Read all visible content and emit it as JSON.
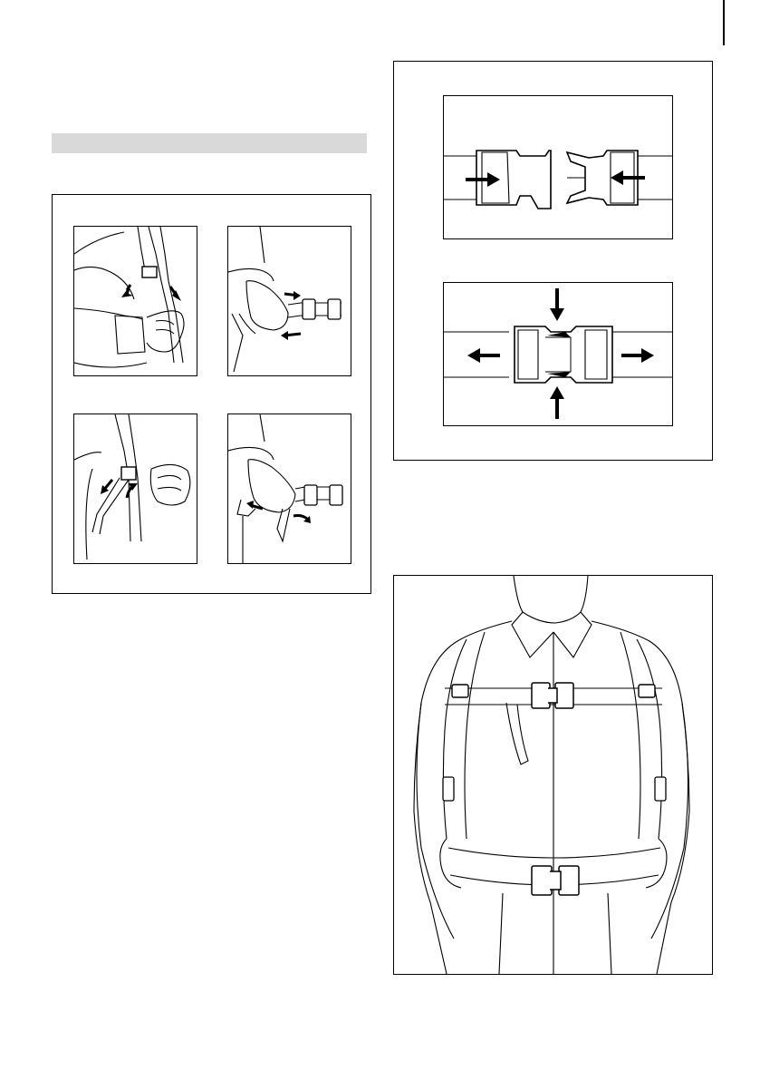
{
  "page": {
    "section_heading": "",
    "colors": {
      "ink": "#000000",
      "paper": "#ffffff",
      "heading_bar": "#d9d9d9"
    }
  },
  "figures": [
    {
      "id": "strap-adjustment",
      "panels": [
        "tighten-shoulder-strap",
        "tighten-buckle-strap",
        "loosen-shoulder-strap",
        "loosen-buckle-strap"
      ]
    },
    {
      "id": "buckle-operation",
      "panels": [
        "insert-buckle",
        "release-buckle"
      ]
    },
    {
      "id": "harness-worn",
      "panels": [
        "front-view-with-chest-and-hip-straps"
      ]
    }
  ],
  "icons": [
    "arrow-icon",
    "buckle-icon",
    "slider-buckle-icon",
    "hand-icon"
  ]
}
